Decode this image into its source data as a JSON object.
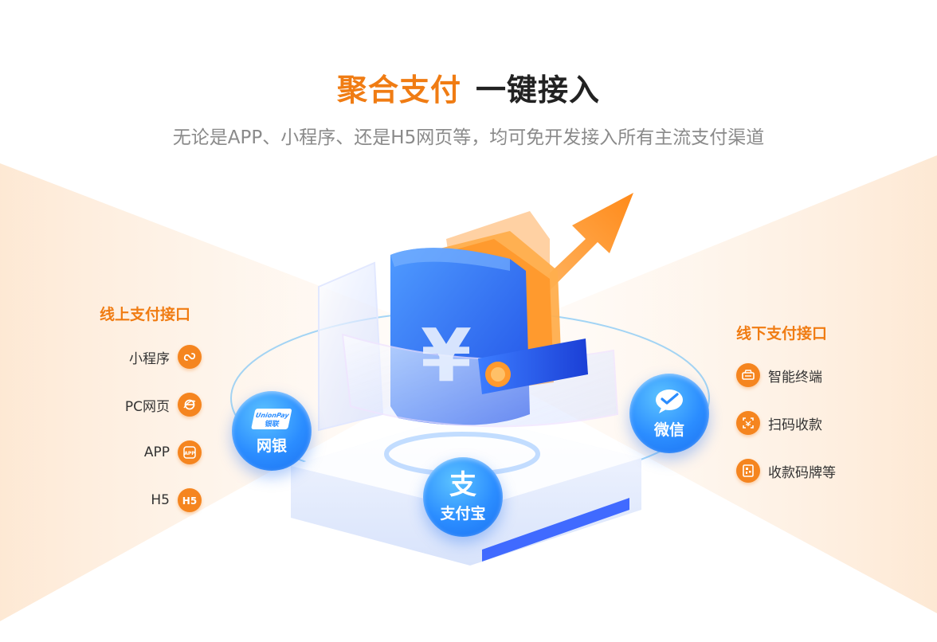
{
  "header": {
    "title_accent": "聚合支付",
    "title_rest": "一键接入",
    "subtitle": "无论是APP、小程序、还是H5网页等，均可免开发接入所有主流支付渠道"
  },
  "online": {
    "title": "线上支付接口",
    "items": [
      {
        "label": "小程序",
        "icon": "mini-program-icon"
      },
      {
        "label": "PC网页",
        "icon": "browser-icon"
      },
      {
        "label": "APP",
        "icon": "app-icon"
      },
      {
        "label": "H5",
        "icon": "h5-icon"
      }
    ]
  },
  "offline": {
    "title": "线下支付接口",
    "items": [
      {
        "label": "智能终端",
        "icon": "pos-terminal-icon"
      },
      {
        "label": "扫码收款",
        "icon": "scan-icon"
      },
      {
        "label": "收款码牌等",
        "icon": "qr-stand-icon"
      }
    ]
  },
  "channels": {
    "unionpay": {
      "label": "网银",
      "logo_text_en": "UnionPay",
      "logo_text_cn": "银联"
    },
    "alipay": {
      "label": "支付宝",
      "glyph": "支"
    },
    "wechat": {
      "label": "微信"
    }
  },
  "wallet": {
    "currency_symbol": "¥"
  },
  "colors": {
    "accent": "#f07c13",
    "icon_orange": "#f5851f",
    "bubble_blue": "#2b8dff",
    "wallet_blue": "#2f6df6"
  }
}
